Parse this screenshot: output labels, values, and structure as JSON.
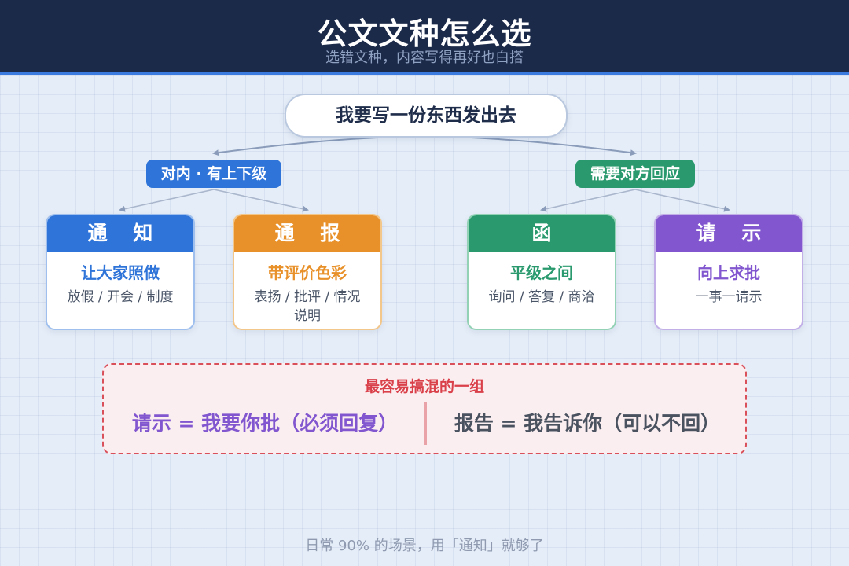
{
  "header": {
    "title": "公文文种怎么选",
    "subtitle": "选错文种，内容写得再好也白搭"
  },
  "root": {
    "label": "我要写一份东西发出去"
  },
  "branches": [
    {
      "label": "对内 · 有上下级",
      "color": "#2f74d8"
    },
    {
      "label": "需要对方回应",
      "color": "#2a9a6e"
    }
  ],
  "cards": [
    {
      "title": "通 知",
      "key": "让大家照做",
      "desc": "放假 / 开会 / 制度",
      "color": "#2f74d8"
    },
    {
      "title": "通 报",
      "key": "带评价色彩",
      "desc": "表扬 / 批评 / 情况说明",
      "color": "#e8912a"
    },
    {
      "title": "函",
      "key": "平级之间",
      "desc": "询问 / 答复 / 商洽",
      "color": "#2a9a6e"
    },
    {
      "title": "请 示",
      "key": "向上求批",
      "desc": "一事一请示",
      "color": "#8156cf"
    }
  ],
  "confusion": {
    "title": "最容易搞混的一组",
    "left": "请示 = 我要你批（必须回复）",
    "right": "报告 = 我告诉你（可以不回）",
    "accent": "#d9404a"
  },
  "footer": {
    "text": "日常 90% 的场景，用「通知」就够了"
  }
}
